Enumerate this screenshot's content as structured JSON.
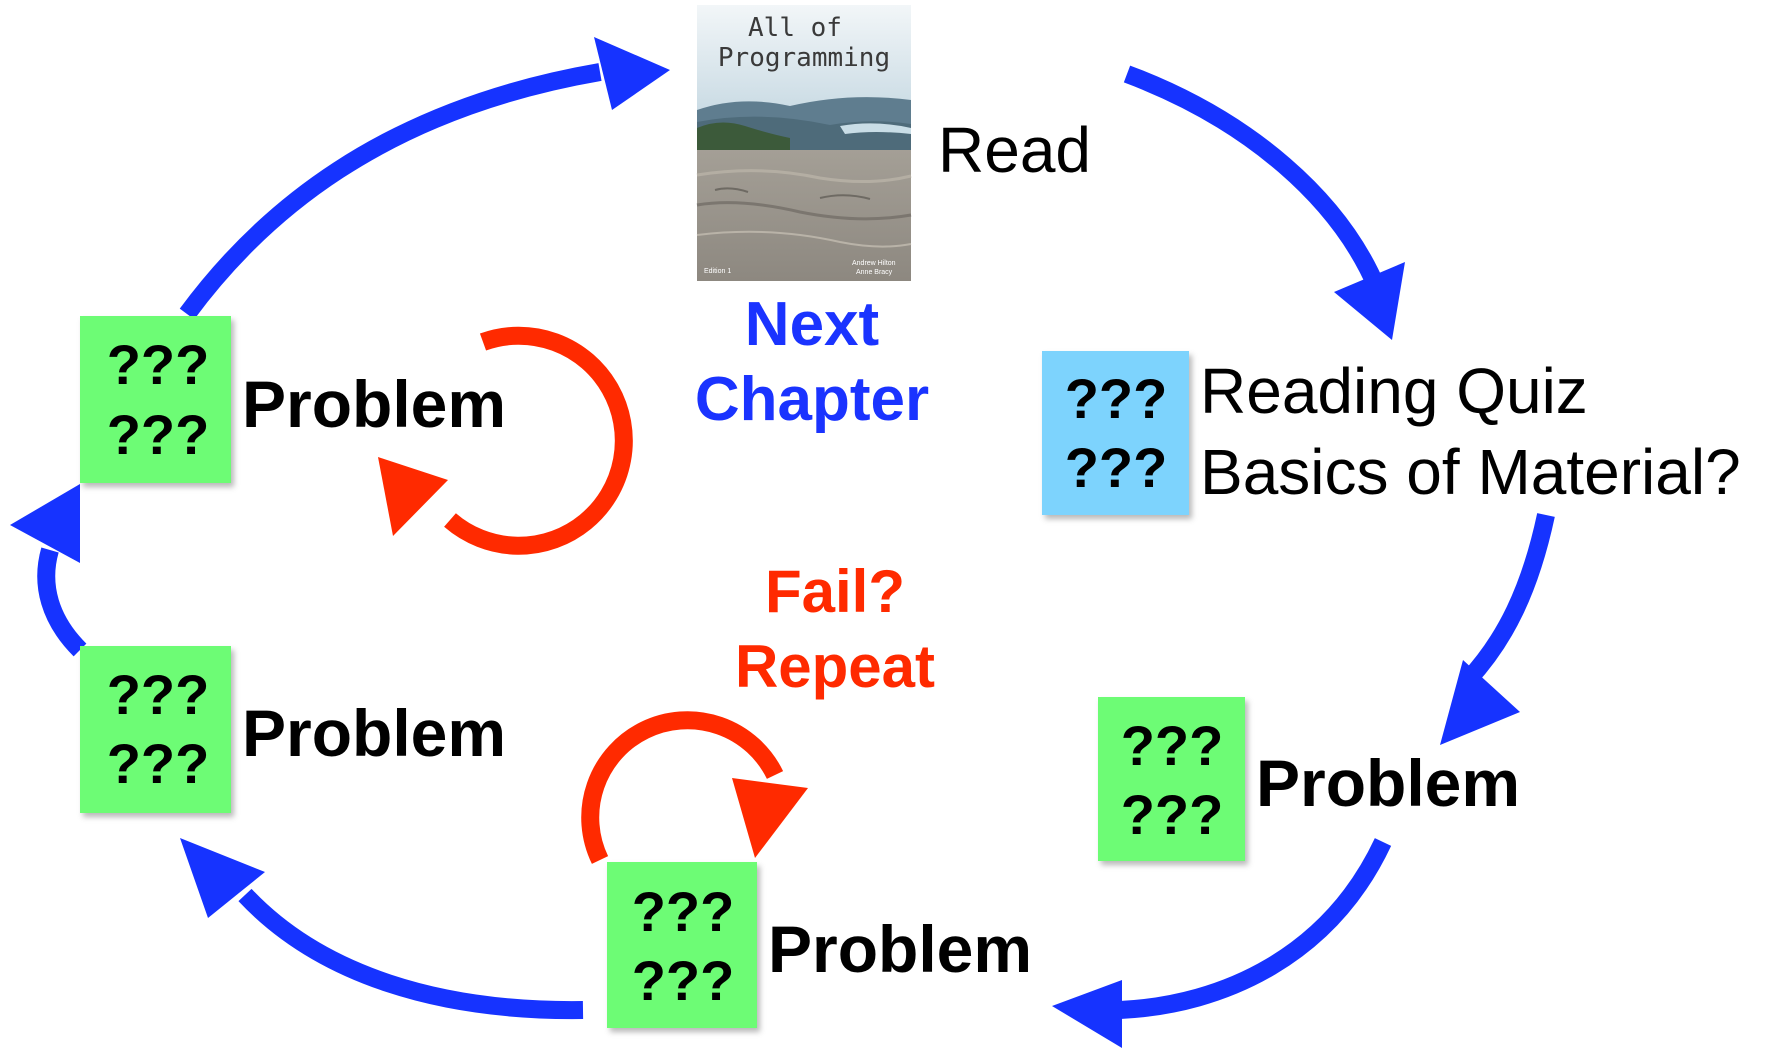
{
  "colors": {
    "flow_arrow": "#1633ff",
    "repeat_arrow": "#ff2a00",
    "problem_card": "#6dfc74",
    "quiz_card": "#7dd3fd",
    "next_chapter_text": "#1a33ff",
    "fail_text": "#ff2a00"
  },
  "book": {
    "title_line1": "All of",
    "title_line2": "Programming",
    "edition": "Edition 1",
    "authors_line1": "Andrew Hilton",
    "authors_line2": "Anne Bracy"
  },
  "read_label": "Read",
  "next_chapter": {
    "line1": "Next",
    "line2": "Chapter"
  },
  "quiz": {
    "card_line1": "???",
    "card_line2": "???",
    "title": "Reading Quiz",
    "subtitle": "Basics of Material?"
  },
  "problems": [
    {
      "card_line1": "???",
      "card_line2": "???",
      "label": "Problem"
    },
    {
      "card_line1": "???",
      "card_line2": "???",
      "label": "Problem"
    },
    {
      "card_line1": "???",
      "card_line2": "???",
      "label": "Problem"
    },
    {
      "card_line1": "???",
      "card_line2": "???",
      "label": "Problem"
    }
  ],
  "fail_repeat": {
    "line1": "Fail?",
    "line2": "Repeat"
  }
}
